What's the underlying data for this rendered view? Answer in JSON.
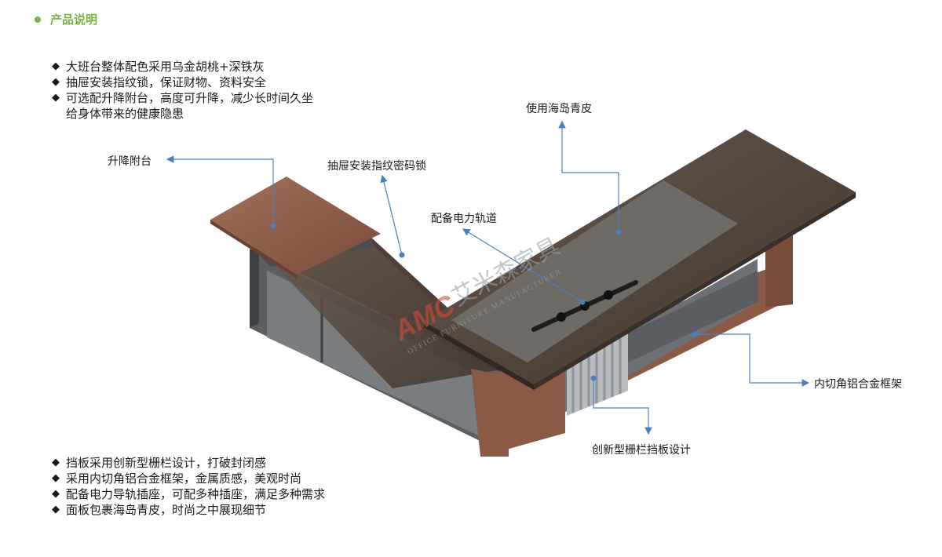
{
  "section": {
    "title": "产品说明"
  },
  "features_top": [
    "大班台整体配色采用乌金胡桃+深铁灰",
    "抽屉安装指纹锁，保证财物、资料安全",
    "可选配升降附台，高度可升降，减少长时间久坐\n给身体带来的健康隐患"
  ],
  "features_bottom": [
    "挡板采用创新型栅栏设计，打破封闭感",
    "采用内切角铝合金框架，金属质感，美观时尚",
    "配备电力导轨插座，可配多种插座，满足多种需求",
    "面板包裹海岛青皮，时尚之中展现细节"
  ],
  "bullet_symbol": "◆",
  "callouts": {
    "lift_table": "升降附台",
    "fingerprint_lock": "抽屉安装指纹密码锁",
    "leather": "使用海岛青皮",
    "power_rail": "配备电力轨道",
    "aluminum_frame": "内切角铝合金框架",
    "fence_panel": "创新型栅栏挡板设计"
  },
  "watermark": {
    "logo": "AMC",
    "brand": "艾米森家具",
    "tagline": "OFFICE FURNITURE MANUFACTURER"
  },
  "colors": {
    "accent_green": "#7cb342",
    "leader_blue": "#4a7fc1",
    "walnut": "#4d4038",
    "walnut_light": "#6a5a4e",
    "iron_grey": "#5b5f63",
    "leather_grey": "#6e6a66",
    "copper": "#8a5a45",
    "copper_light": "#a0705a"
  }
}
